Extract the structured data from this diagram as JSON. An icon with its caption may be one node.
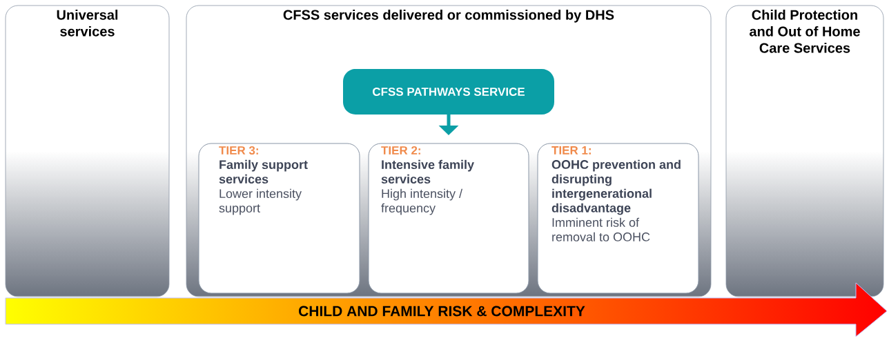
{
  "diagram": {
    "nodes": [
      {
        "text": [
          "Universal services"
        ]
      },
      {
        "text": [
          "CFSS services delivered or commissioned by DHS"
        ]
      },
      {
        "text": [
          "CFSS PATHWAYS SERVICE"
        ],
        "in": 1
      },
      {
        "text": [
          "TIER 3:",
          "Family support services",
          "Lower intensity support"
        ],
        "in": 1
      },
      {
        "text": [
          "TIER 2:",
          "Intensive family services",
          "High intensity / frequency"
        ],
        "in": 1
      },
      {
        "text": [
          "TIER 1:",
          "OOHC prevention and disrupting intergenerational disadvantage",
          "Imminent risk of removal to OOHC"
        ],
        "in": 1
      },
      {
        "text": [
          "Child Protection and Out of Home Care Services"
        ]
      },
      {
        "text": [
          "CHILD AND FAMILY RISK & COMPLEXITY"
        ]
      }
    ],
    "edges": [
      {
        "from": 2,
        "to": 4,
        "arrow": "to"
      }
    ]
  }
}
